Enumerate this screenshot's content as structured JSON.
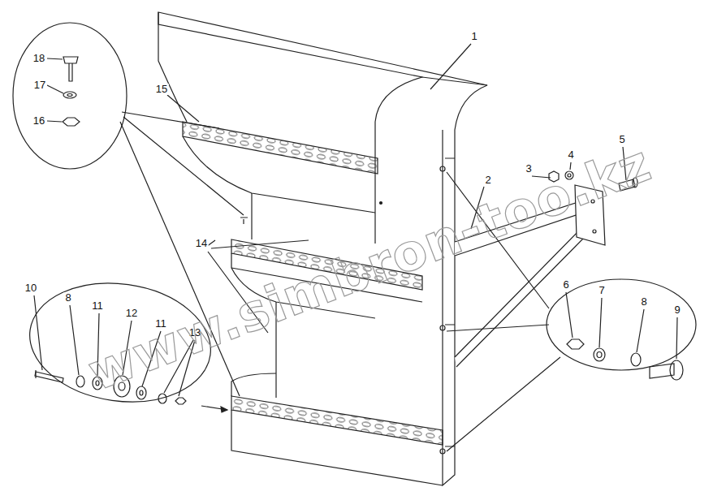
{
  "diagram": {
    "labels": [
      "1",
      "2",
      "3",
      "4",
      "5",
      "6",
      "7",
      "8",
      "9",
      "10",
      "8",
      "11",
      "12",
      "11",
      "13",
      "14",
      "15",
      "16",
      "17",
      "18",
      "www.simbron-too.kz"
    ]
  }
}
